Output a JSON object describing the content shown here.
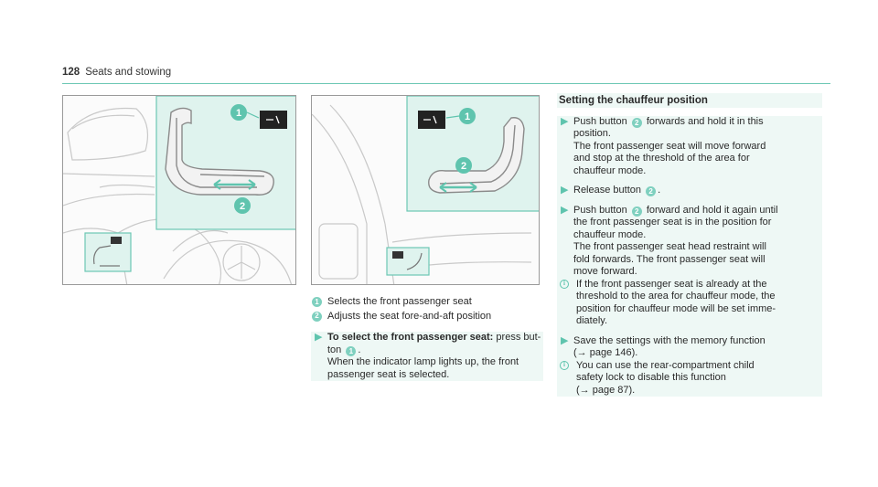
{
  "header": {
    "page_number": "128",
    "section": "Seats and stowing"
  },
  "figure_callouts": {
    "one": "1",
    "two": "2"
  },
  "legend": [
    {
      "marker": "1",
      "text": "Selects the front passenger seat"
    },
    {
      "marker": "2",
      "text": "Adjusts the seat fore-and-aft position"
    }
  ],
  "select_step": {
    "bold": "To select the front passenger seat:",
    "text_a": " press but-",
    "text_b": "ton ",
    "marker": "1",
    "text_c": ".",
    "line2": "When the indicator lamp lights up, the front",
    "line3": "passenger seat is selected."
  },
  "chauffeur": {
    "title": "Setting the chauffeur position",
    "step1": {
      "a": "Push button ",
      "marker": "2",
      "b": " forwards and hold it in this",
      "l2": "position.",
      "l3": "The front passenger seat will move forward",
      "l4": "and stop at the threshold of the area for",
      "l5": "chauffeur mode."
    },
    "step2": {
      "a": "Release button ",
      "marker": "2",
      "b": "."
    },
    "step3": {
      "a": "Push button ",
      "marker": "2",
      "b": " forward and hold it again until",
      "l2": "the front passenger seat is in the position for",
      "l3": "chauffeur mode.",
      "l4": "The front passenger seat head restraint will",
      "l5": "fold forwards. The front passenger seat will",
      "l6": "move forward."
    },
    "note1": {
      "l1": "If the front passenger seat is already at the",
      "l2": "threshold to the area for chauffeur mode, the",
      "l3": "position for chauffeur mode will be set imme-",
      "l4": "diately."
    },
    "step4": {
      "l1": "Save the settings with the memory function",
      "l2": "(→ page 146)."
    },
    "note2": {
      "l1": "You can use the rear-compartment child",
      "l2": "safety lock to disable this function",
      "l3": "(→ page 87)."
    }
  }
}
